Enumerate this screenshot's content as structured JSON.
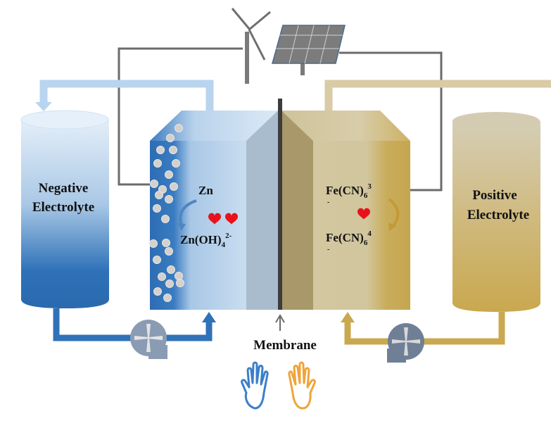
{
  "title": "Zinc-ferricyanide flow battery schematic",
  "labels": {
    "negative_tank": [
      "Negative",
      "Electrolyte"
    ],
    "positive_tank": [
      "Positive",
      "Electrolyte"
    ],
    "membrane": "Membrane",
    "negative_species_top": "Zn",
    "negative_species_bottom": "Zn(OH)",
    "negative_species_bottom_sub": "4",
    "negative_species_bottom_sup": "2-",
    "positive_species_top": "Fe(CN)",
    "positive_species_top_sub": "6",
    "positive_species_top_sup": "3",
    "positive_species_top_minus": "-",
    "positive_species_bottom": "Fe(CN)",
    "positive_species_bottom_sub": "6",
    "positive_species_bottom_sup": "4",
    "positive_species_bottom_minus": "-"
  },
  "icons": {
    "power_sources": [
      "wind-turbine-icon",
      "solar-panel-icon"
    ],
    "pumps": [
      "pump-icon",
      "pump-icon"
    ],
    "hands": [
      "blue-hand-icon",
      "orange-hand-icon"
    ],
    "hearts": [
      "heart-icon",
      "heart-icon",
      "heart-icon"
    ]
  },
  "colors": {
    "negative_light": "#d6e6f5",
    "negative_dark": "#2e6fb5",
    "positive_light": "#d6ccae",
    "positive_dark": "#c9a94e",
    "wire": "#6b6b6b",
    "membrane": "#3c3c3c",
    "heart": "#e8131a",
    "pump": "#8a9cb4",
    "hand_blue": "#3b7fc9",
    "hand_orange": "#f0a43a"
  }
}
